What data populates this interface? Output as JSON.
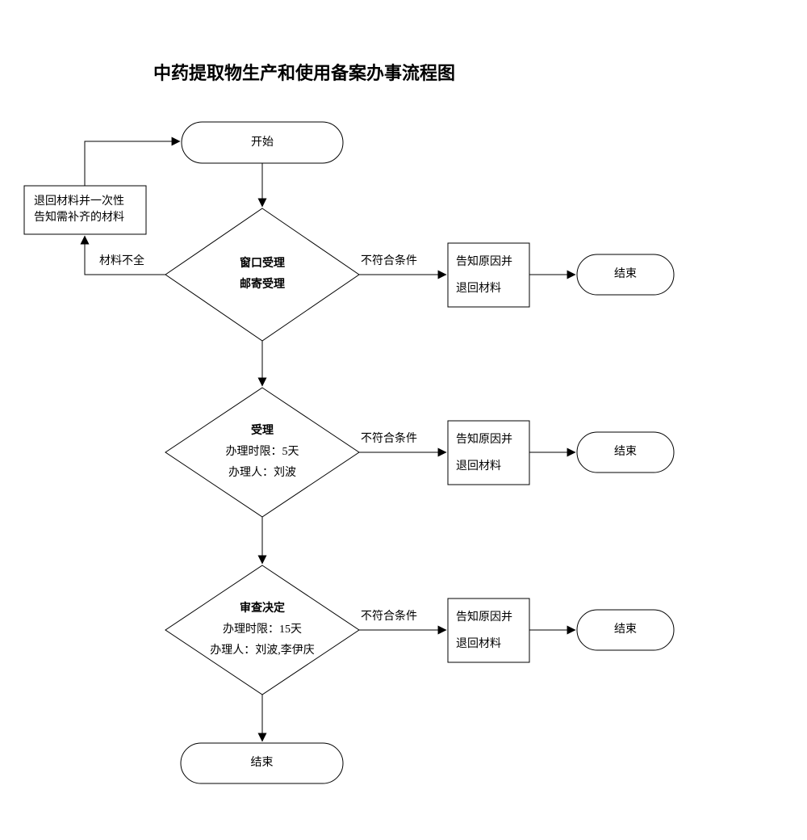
{
  "title": "中药提取物生产和使用备案办事流程图",
  "start": {
    "label": "开始"
  },
  "loop": {
    "return_box": {
      "line1": "退回材料并一次性",
      "line2": "告知需补齐的材料"
    },
    "label": "材料不全"
  },
  "rows": [
    {
      "decision": {
        "line1": "窗口受理",
        "line2": "邮寄受理"
      },
      "condition": "不符合条件",
      "notify": {
        "line1": "告知原因并",
        "line2": "退回材料"
      },
      "end_label": "结束"
    },
    {
      "decision": {
        "line1": "受理",
        "line2": "办理时限：5天",
        "line3": "办理人：刘波"
      },
      "condition": "不符合条件",
      "notify": {
        "line1": "告知原因并",
        "line2": "退回材料"
      },
      "end_label": "结束"
    },
    {
      "decision": {
        "line1": "审查决定",
        "line2": "办理时限：15天",
        "line3": "办理人：刘波,李伊庆"
      },
      "condition": "不符合条件",
      "notify": {
        "line1": "告知原因并",
        "line2": "退回材料"
      },
      "end_label": "结束"
    }
  ],
  "final": {
    "label": "结束"
  },
  "colors": {
    "line": "#000000",
    "background": "#ffffff",
    "text": "#000000"
  }
}
